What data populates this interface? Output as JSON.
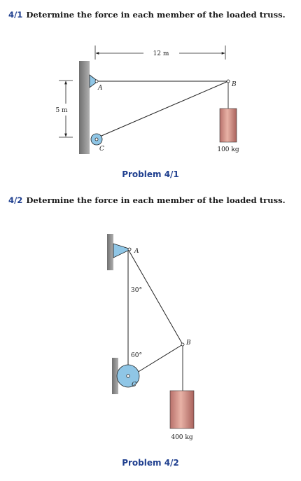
{
  "problem1": {
    "number": "4/1",
    "text": "Determine the force in each member of the loaded truss.",
    "caption": "Problem 4/1",
    "dim_horizontal": "12 m",
    "dim_vertical": "5 m",
    "label_a": "A",
    "label_b": "B",
    "label_c": "C",
    "load": "100 kg"
  },
  "problem2": {
    "number": "4/2",
    "text": "Determine the force in each member of the loaded truss.",
    "caption": "Problem 4/2",
    "angle_top": "30°",
    "angle_bottom": "60°",
    "label_a": "A",
    "label_b": "B",
    "label_c": "C",
    "load": "400 kg"
  },
  "colors": {
    "caption_blue": "#1f3f8f",
    "support_fill": "#8fc6e6",
    "wall_gray": "#8a8a8a",
    "load_fill": "#d99a8e"
  }
}
